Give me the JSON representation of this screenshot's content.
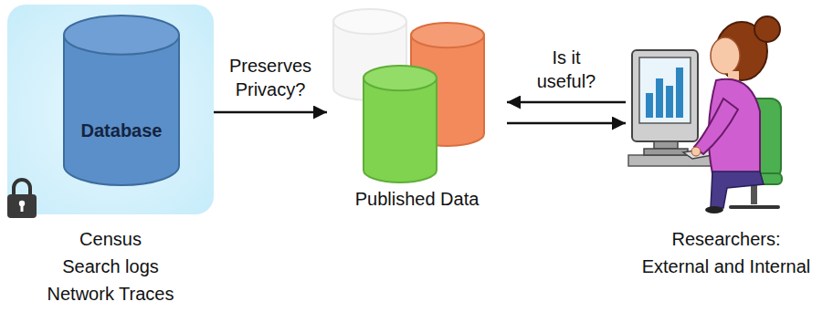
{
  "diagram": {
    "nodes": [
      {
        "text": [
          "Census",
          "Search logs",
          "Network Traces"
        ]
      },
      {
        "text": [
          "Database"
        ],
        "in": 0
      },
      {
        "text": [
          "Published Data"
        ]
      },
      {
        "text": [
          "Researchers: External and Internal"
        ]
      }
    ],
    "edges": [
      {
        "from": 0,
        "to": 2,
        "arrow": "to",
        "label": "Preserves Privacy?"
      },
      {
        "from": 3,
        "to": 2,
        "arrow": "to",
        "label": "Is it useful?"
      },
      {
        "from": 2,
        "to": 3,
        "arrow": "to"
      }
    ]
  }
}
